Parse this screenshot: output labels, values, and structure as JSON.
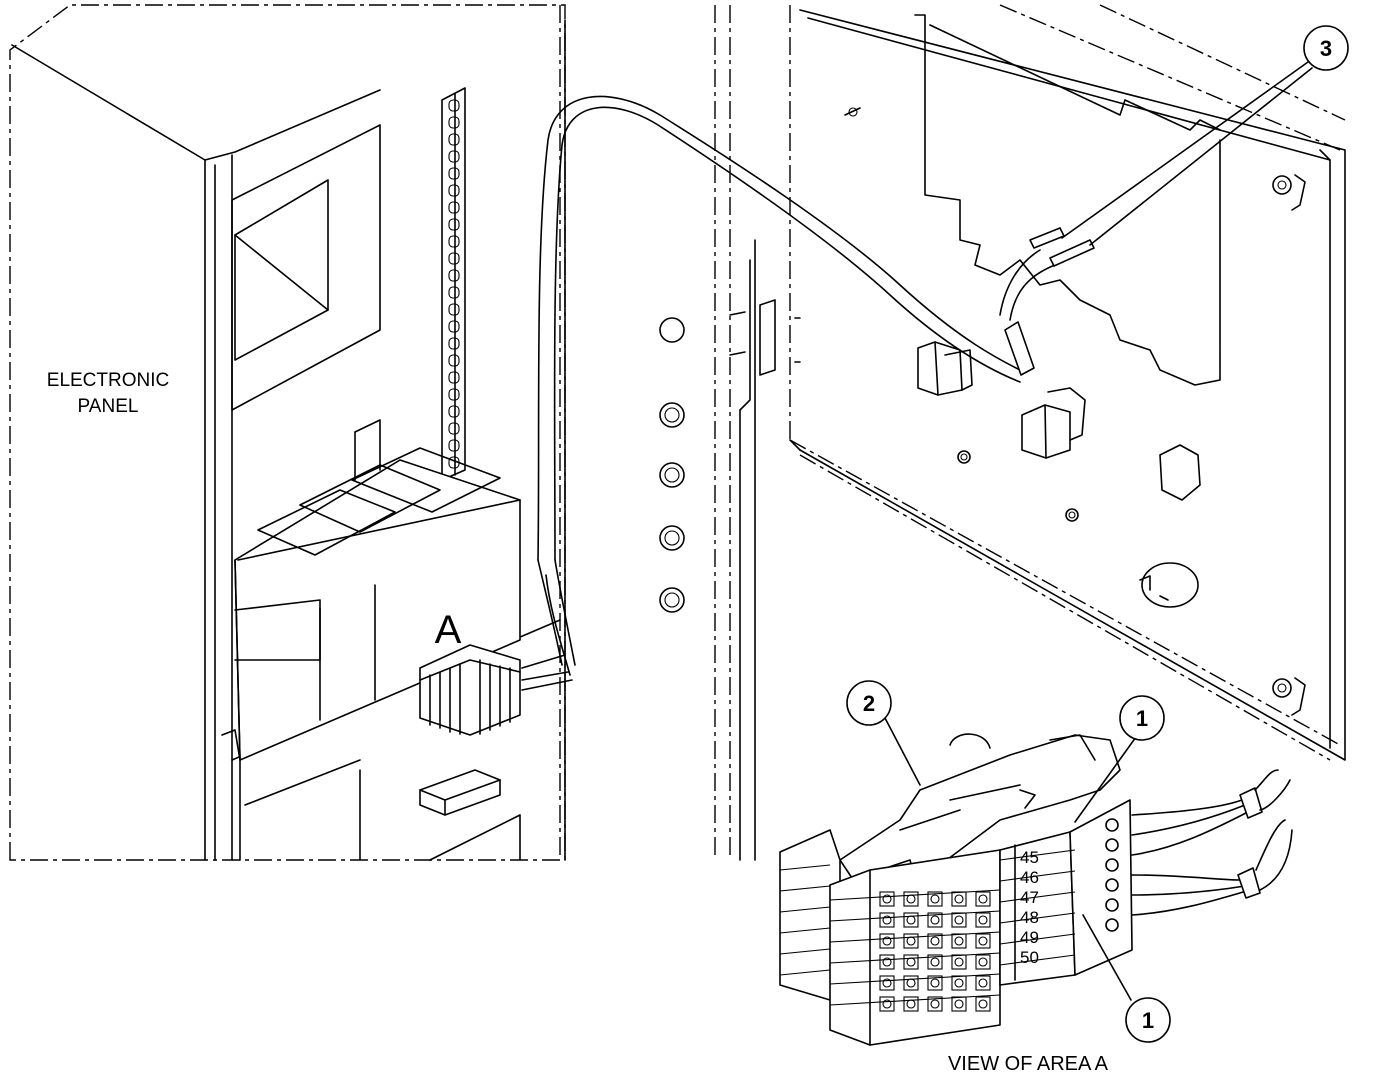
{
  "labels": {
    "electronic_panel_line1": "ELECTRONIC",
    "electronic_panel_line2": "PANEL",
    "area_marker": "A",
    "view_title": "VIEW OF AREA  A"
  },
  "callouts": {
    "c1_top": "1",
    "c1_bottom": "1",
    "c2": "2",
    "c3": "3"
  },
  "terminal_numbers": [
    "45",
    "46",
    "47",
    "48",
    "49",
    "50"
  ],
  "colors": {
    "line": "#000000",
    "background": "#ffffff"
  }
}
